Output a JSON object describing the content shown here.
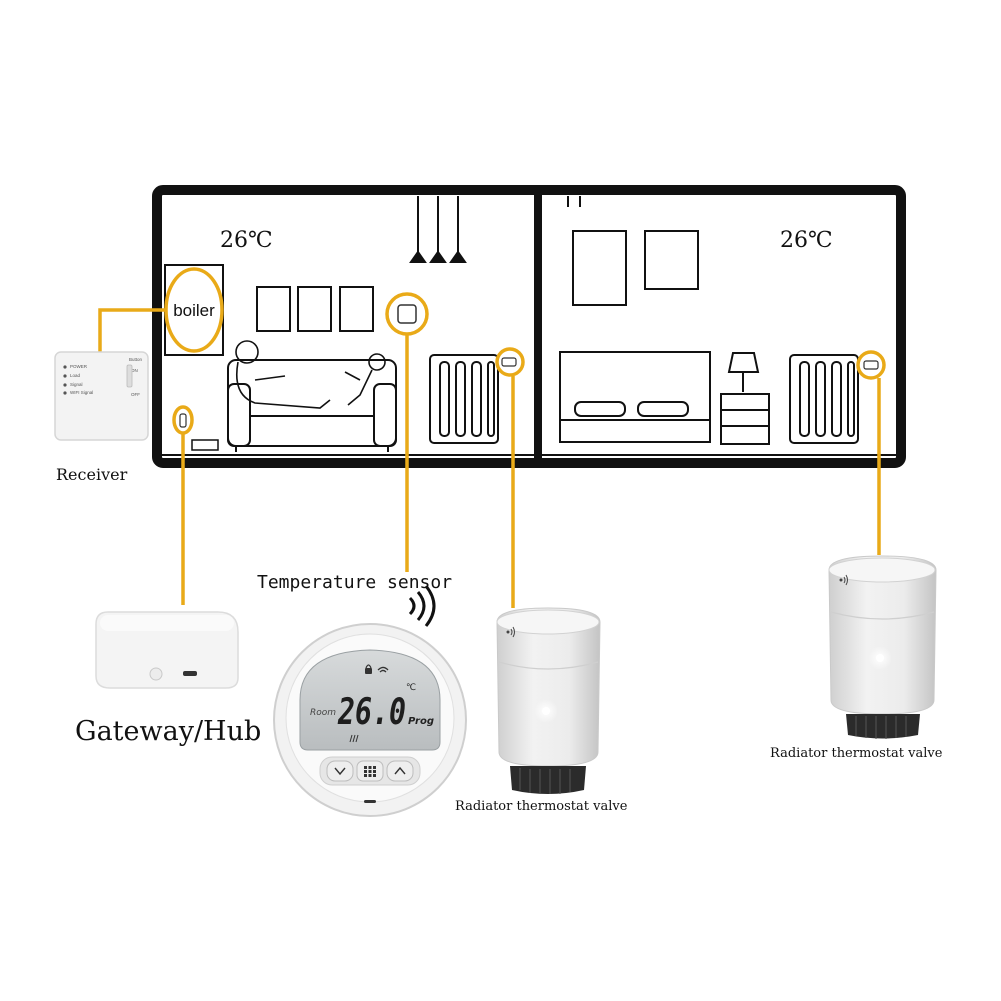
{
  "rooms": {
    "left_temp": "26℃",
    "right_temp": "26℃"
  },
  "boiler_label": "boiler",
  "receiver": {
    "label": "Receiver",
    "leds": [
      "POWER",
      "Load",
      "Signal",
      "WIFI Signal"
    ],
    "switch_labels": [
      "Button",
      "ON",
      "OFF"
    ]
  },
  "gateway_label": "Gateway/Hub",
  "sensor_label": "Temperature sensor",
  "thermostat": {
    "temperature": "26.0",
    "mode": "Prog",
    "room": "Room",
    "unit": "℃"
  },
  "valve_label_1": "Radiator thermostat valve",
  "valve_label_2": "Radiator thermostat valve",
  "colors": {
    "accent": "#e9aa18",
    "wall": "#111111",
    "device": "#f1f1f1"
  }
}
